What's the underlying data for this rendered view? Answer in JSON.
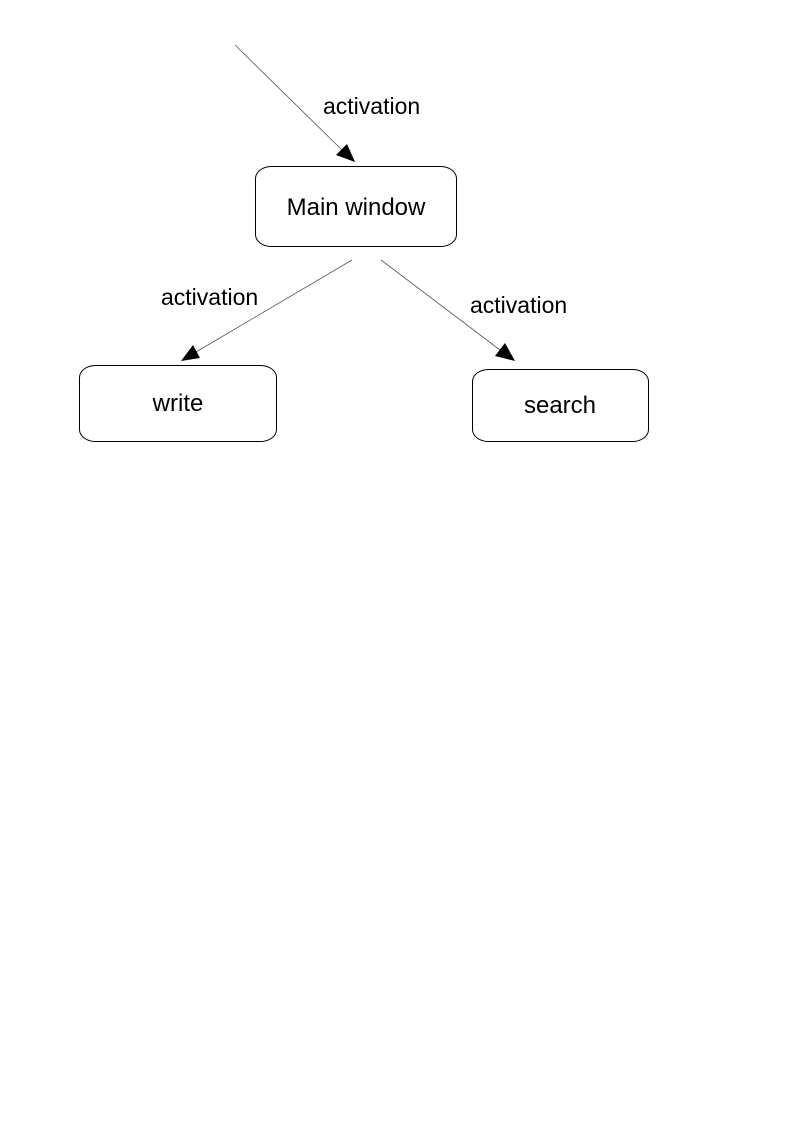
{
  "nodes": {
    "main_window": {
      "label": "Main window"
    },
    "write": {
      "label": "write"
    },
    "search": {
      "label": "search"
    }
  },
  "edges": {
    "entry_to_main": {
      "label": "activation"
    },
    "main_to_write": {
      "label": "activation"
    },
    "main_to_search": {
      "label": "activation"
    }
  },
  "colors": {
    "line": "#555555",
    "arrow": "#000000",
    "box_border": "#000000",
    "background": "#ffffff"
  }
}
